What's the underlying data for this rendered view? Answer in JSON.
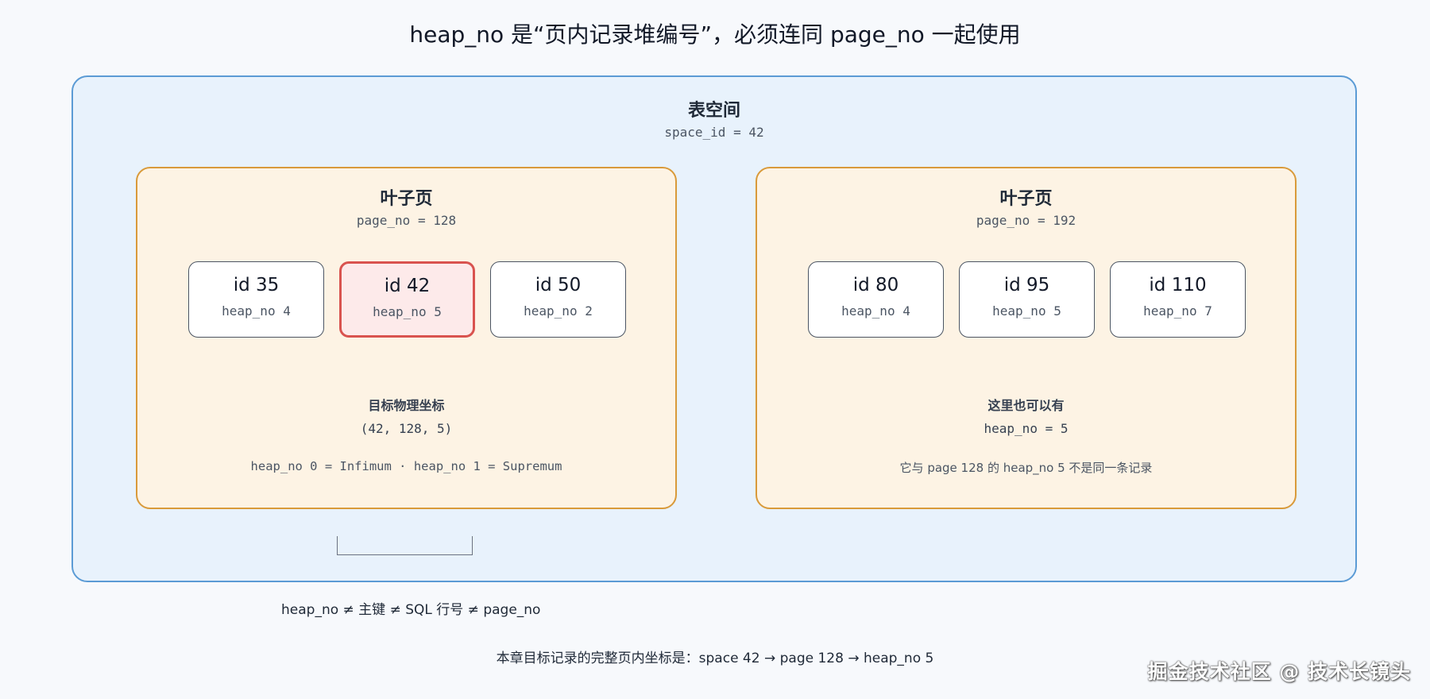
{
  "title": "heap_no 是“页内记录堆编号”，必须连同 page_no 一起使用",
  "tablespace": {
    "label": "表空间",
    "space_id": "space_id = 42"
  },
  "pages": [
    {
      "label": "叶子页",
      "page_no": "page_no = 128",
      "records": [
        {
          "id": "id 35",
          "heap": "heap_no 4",
          "highlight": false
        },
        {
          "id": "id 42",
          "heap": "heap_no 5",
          "highlight": true
        },
        {
          "id": "id 50",
          "heap": "heap_no 2",
          "highlight": false
        }
      ],
      "note_head": "目标物理坐标",
      "note_value": "(42, 128, 5)",
      "note_foot": "heap_no 0 = Infimum · heap_no 1 = Supremum"
    },
    {
      "label": "叶子页",
      "page_no": "page_no = 192",
      "records": [
        {
          "id": "id 80",
          "heap": "heap_no 4",
          "highlight": false
        },
        {
          "id": "id 95",
          "heap": "heap_no 5",
          "highlight": false
        },
        {
          "id": "id 110",
          "heap": "heap_no 7",
          "highlight": false
        }
      ],
      "note_head": "这里也可以有",
      "note_value": "heap_no = 5",
      "note_foot": "它与 page 128 的 heap_no 5 不是同一条记录"
    }
  ],
  "inequality": "heap_no ≠ 主键 ≠ SQL 行号 ≠ page_no",
  "summary": "本章目标记录的完整页内坐标是：space 42 → page 128 → heap_no 5",
  "watermark": "掘金技术社区 @ 技术长镜头",
  "colors": {
    "tablespace_border": "#5b9bd5",
    "tablespace_fill": "#e8f2fc",
    "page_border": "#d99a3a",
    "page_fill": "#fdf3e4",
    "highlight_border": "#d9534f",
    "highlight_fill": "#fdeaea"
  }
}
